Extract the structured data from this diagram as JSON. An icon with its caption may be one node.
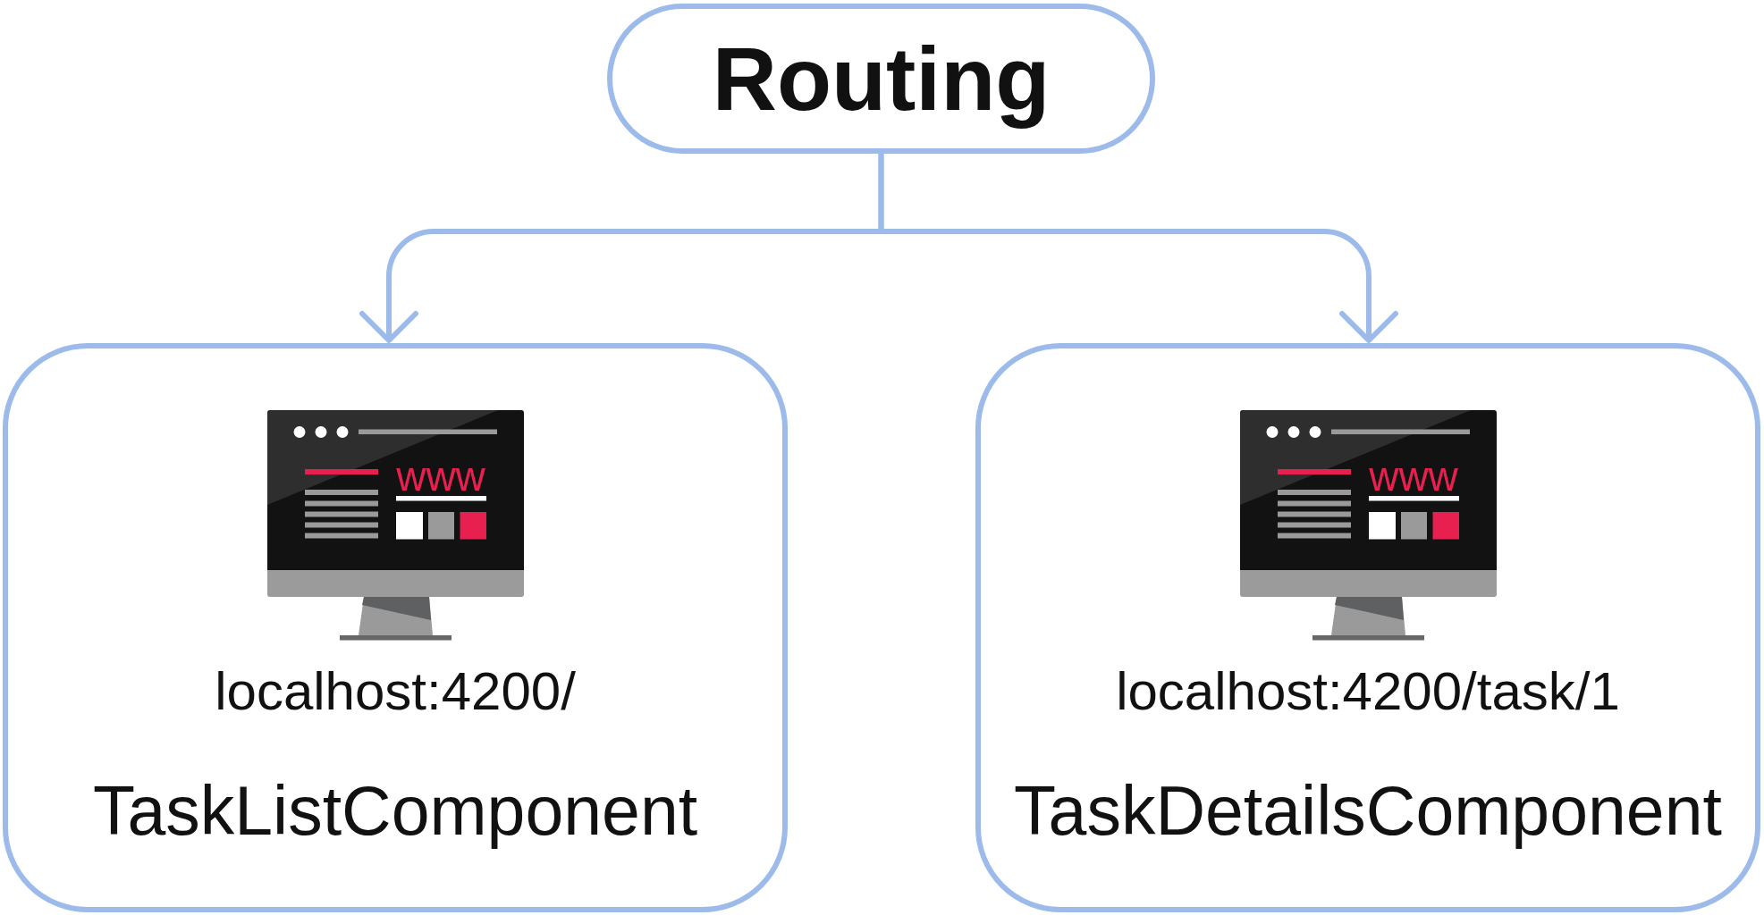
{
  "diagram": {
    "nodes": [
      {
        "text": [
          "Routing"
        ]
      },
      {
        "text": [
          "localhost:4200/",
          "TaskListComponent"
        ]
      },
      {
        "text": [
          "localhost:4200/task/1",
          "TaskDetailsComponent"
        ]
      }
    ],
    "edges": [
      {
        "from": 0,
        "to": 1,
        "arrow": "to"
      },
      {
        "from": 0,
        "to": 2,
        "arrow": "to"
      }
    ],
    "labels": [
      "www",
      "www"
    ]
  }
}
